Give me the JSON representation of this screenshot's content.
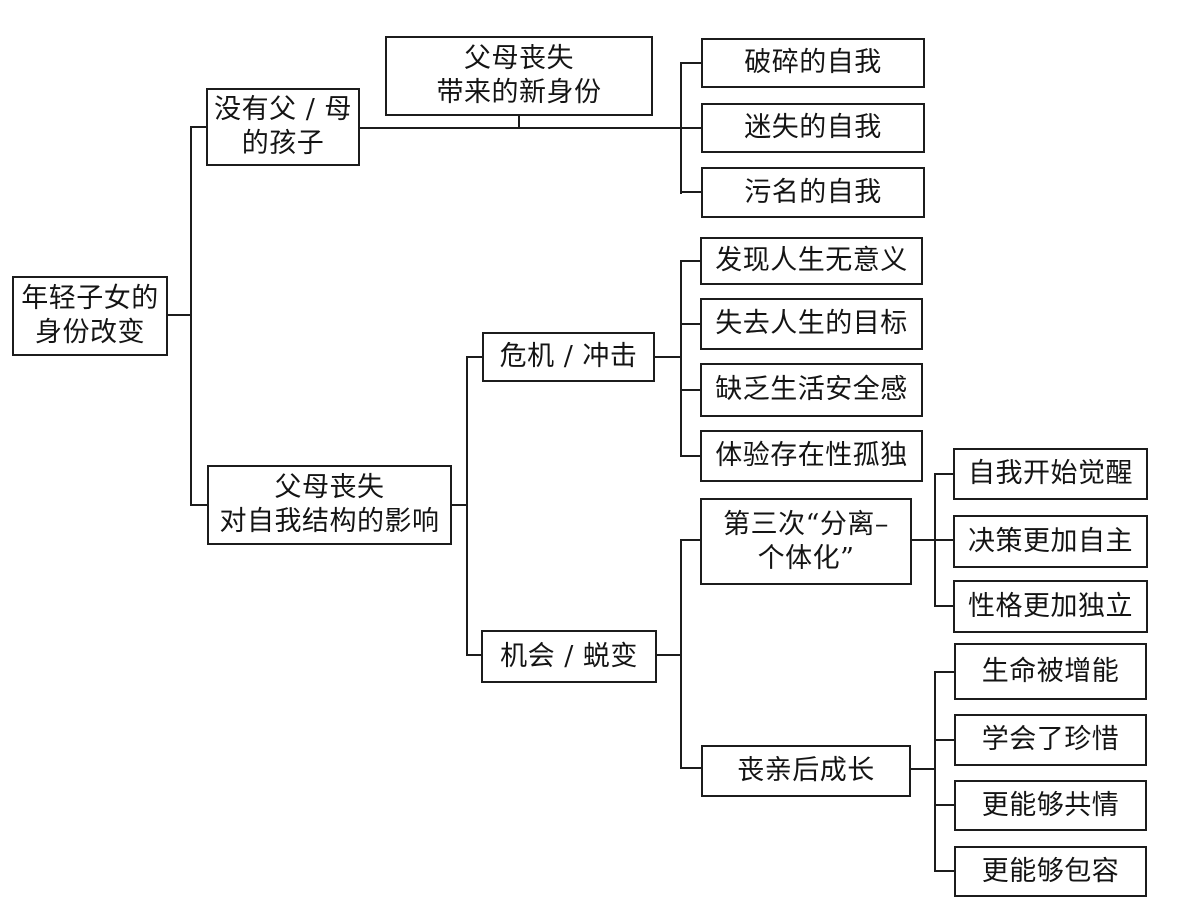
{
  "diagram_type": "tree-mindmap",
  "colors": {
    "background": "#ffffff",
    "line": "#1c1c1c",
    "box_border": "#1c1c1c",
    "text": "#141414"
  },
  "nodes": {
    "root": {
      "label": "年轻子女的\n身份改变"
    },
    "no_parent_child": {
      "label": "没有父 / 母\n的孩子"
    },
    "new_identity": {
      "label": "父母丧失\n带来的新身份"
    },
    "broken_self": {
      "label": "破碎的自我"
    },
    "lost_self": {
      "label": "迷失的自我"
    },
    "stigma_self": {
      "label": "污名的自我"
    },
    "impact_self_structure": {
      "label": "父母丧失\n对自我结构的影响"
    },
    "crisis": {
      "label": "危机 / 冲击"
    },
    "meaningless_life": {
      "label": "发现人生无意义"
    },
    "lost_goal": {
      "label": "失去人生的目标"
    },
    "insecurity": {
      "label": "缺乏生活安全感"
    },
    "existential_loneliness": {
      "label": "体验存在性孤独"
    },
    "opportunity": {
      "label": "机会 / 蜕变"
    },
    "separation_individuation": {
      "label": "第三次“分离–\n个体化”"
    },
    "self_awakening": {
      "label": "自我开始觉醒"
    },
    "autonomous_decision": {
      "label": "决策更加自主"
    },
    "independent_personality": {
      "label": "性格更加独立"
    },
    "post_bereavement_growth": {
      "label": "丧亲后成长"
    },
    "life_empowered": {
      "label": "生命被增能"
    },
    "learned_cherish": {
      "label": "学会了珍惜"
    },
    "more_empathy": {
      "label": "更能够共情"
    },
    "more_tolerance": {
      "label": "更能够包容"
    }
  }
}
